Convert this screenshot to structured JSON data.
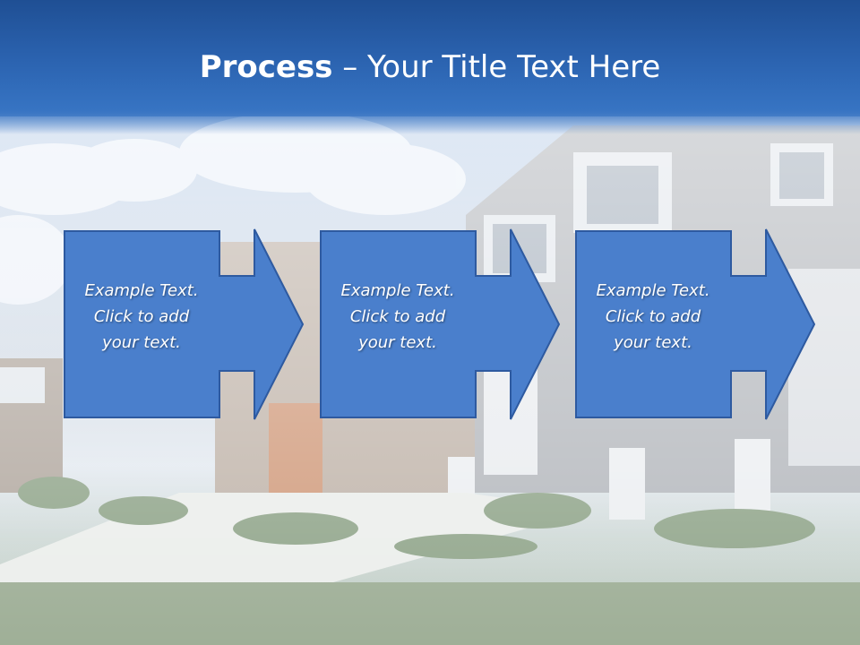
{
  "title": {
    "bold": "Process",
    "rest": " – Your Title Text Here"
  },
  "steps": [
    {
      "text": "Example Text.\nClick  to add\nyour text."
    },
    {
      "text": "Example Text.\nClick  to add\nyour text."
    },
    {
      "text": "Example Text.\nClick  to add\nyour text."
    }
  ],
  "colors": {
    "box_fill": "#4a7fcc",
    "box_stroke": "#2e5aa0",
    "title_bar": "#2b63b0",
    "title_text": "#ffffff"
  }
}
